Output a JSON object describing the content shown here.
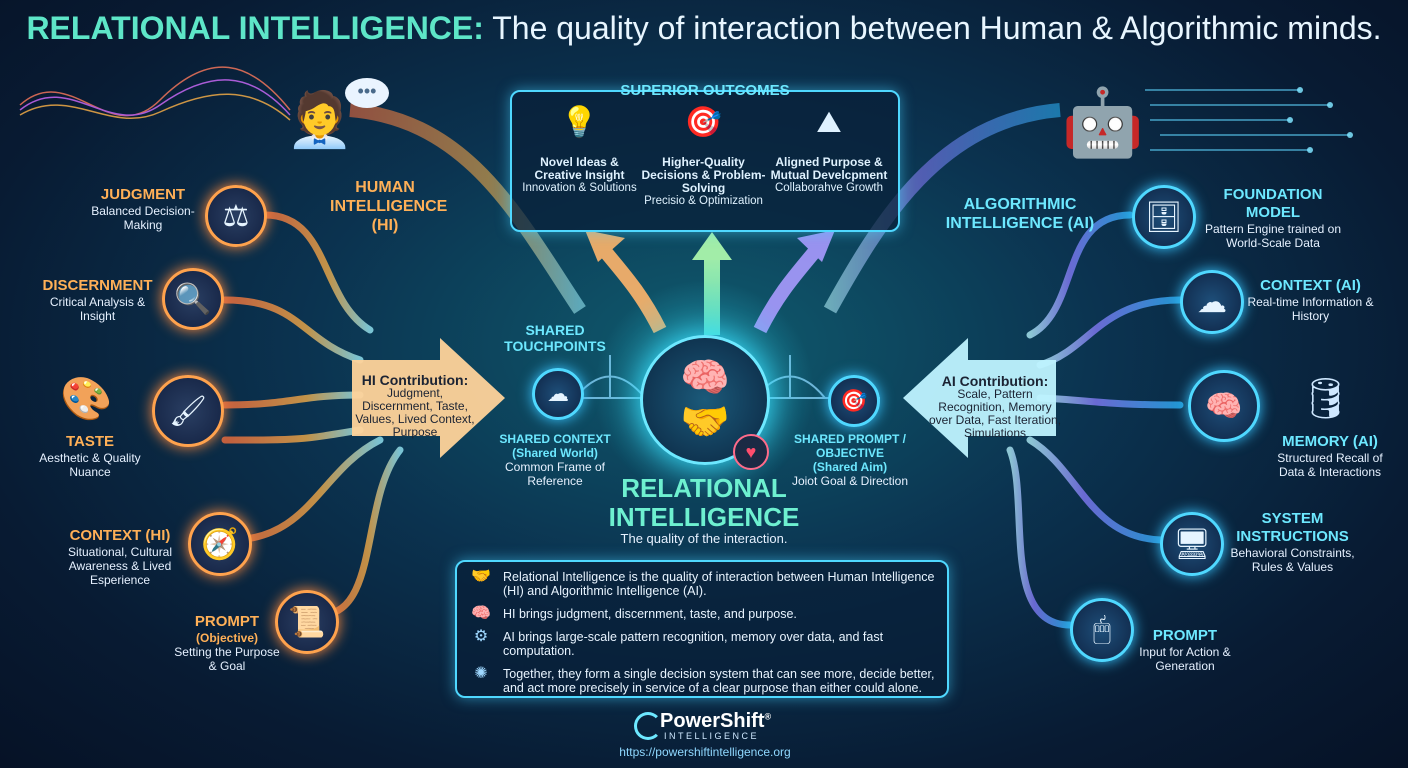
{
  "title": {
    "highlight": "RELATIONAL INTELLIGENCE:",
    "rest": " The quality of interaction between Human & Algorithmic minds."
  },
  "outcomes": {
    "heading": "SUPERIOR OUTCOMES",
    "items": [
      {
        "icon": "lightbulb-icon",
        "title": "Novel Ideas & Creative Insight",
        "sub": "Innovation & Solutions"
      },
      {
        "icon": "target-arrow-icon",
        "title": "Higher-Quality Decisions & Problem-Solving",
        "sub": "Precisio & Optimization"
      },
      {
        "icon": "climbers-icon",
        "title": "Aligned Purpose & Mutual Develcpment",
        "sub": "Collaborahve Growth"
      }
    ]
  },
  "human": {
    "title": "HUMAN INTELLIGENCE (HI)",
    "items": [
      {
        "icon": "scales-icon",
        "title": "JUDGMENT",
        "sub": "Balanced Decision-Making"
      },
      {
        "icon": "magnifier-puzzle-icon",
        "title": "DISCERNMENT",
        "sub": "Critical Analysis & Insight"
      },
      {
        "icon": "palette-icon",
        "title": "TASTE",
        "sub": "Aesthetic & Quality Nuance"
      },
      {
        "icon": "compass-icon",
        "title": "CONTEXT (HI)",
        "sub": "Situational, Cultural Awareness & Lived Esperience"
      },
      {
        "icon": "scroll-target-icon",
        "title": "PROMPT",
        "subtitle": "(Objective)",
        "sub": "Setting the Purpose & Goal"
      }
    ],
    "contribution": {
      "title": "HI Contribution:",
      "text": "Judgment, Discernment, Taste, Values, Lived Context, Purpose"
    }
  },
  "ai": {
    "title": "ALGORITHMIC INTELLIGENCE (AI)",
    "items": [
      {
        "icon": "server-stack-icon",
        "title": "FOUNDATION MODEL",
        "sub": "Pattern Engine trained on World-Scale Data"
      },
      {
        "icon": "cloud-network-icon",
        "title": "CONTEXT (AI)",
        "sub": "Real-time Information & History"
      },
      {
        "icon": "chip-brain-icon",
        "title": "MEMORY (AI)",
        "sub": "Structured Recall of Data & Interactions"
      },
      {
        "icon": "monitor-doc-icon",
        "title": "SYSTEM INSTRUCTIONS",
        "sub": "Behavioral Constraints, Rules & Values"
      },
      {
        "icon": "browser-cursor-icon",
        "title": "PROMPT",
        "sub": "Input for Action & Generation"
      }
    ],
    "contribution": {
      "title": "AI Contribution:",
      "text": "Scale, Pattern Recognition, Memory over Data, Fast Iteration, Simulations"
    }
  },
  "center": {
    "touchpoints": "SHARED TOUCHPOINTS",
    "shared_context": {
      "title": "SHARED CONTEXT",
      "subtitle": "(Shared World)",
      "sub": "Common Frame of Reference"
    },
    "shared_prompt": {
      "title": "SHARED PROMPT / OBJECTIVE",
      "subtitle": "(Shared Aim)",
      "sub": "Joiot Goal & Direction"
    },
    "title": "RELATIONAL INTELLIGENCE",
    "subtitle": "The quality of the interaction."
  },
  "info": [
    {
      "icon": "handshake-icon",
      "text": "Relational Intelligence is the quality of interaction between Human Intelligence (HI) and Algorithmic Intelligence (AI)."
    },
    {
      "icon": "brain-icon",
      "text": "HI brings judgment, discernment, taste, and purpose."
    },
    {
      "icon": "gear-icon",
      "text": "AI brings large-scale pattern recognition, memory over data, and fast computation."
    },
    {
      "icon": "network-icon",
      "text": "Together, they form a single decision system that can see more, decide better, and act more precisely in service of a clear purpose than either could alone."
    }
  ],
  "footer": {
    "brand": "PowerShift",
    "reg": "®",
    "tagline": "INTELLIGENCE",
    "url": "https://powershiftintelligence.org"
  },
  "colors": {
    "human": "#ffa24d",
    "ai": "#4fd8ff",
    "accent": "#5ee6c8"
  }
}
